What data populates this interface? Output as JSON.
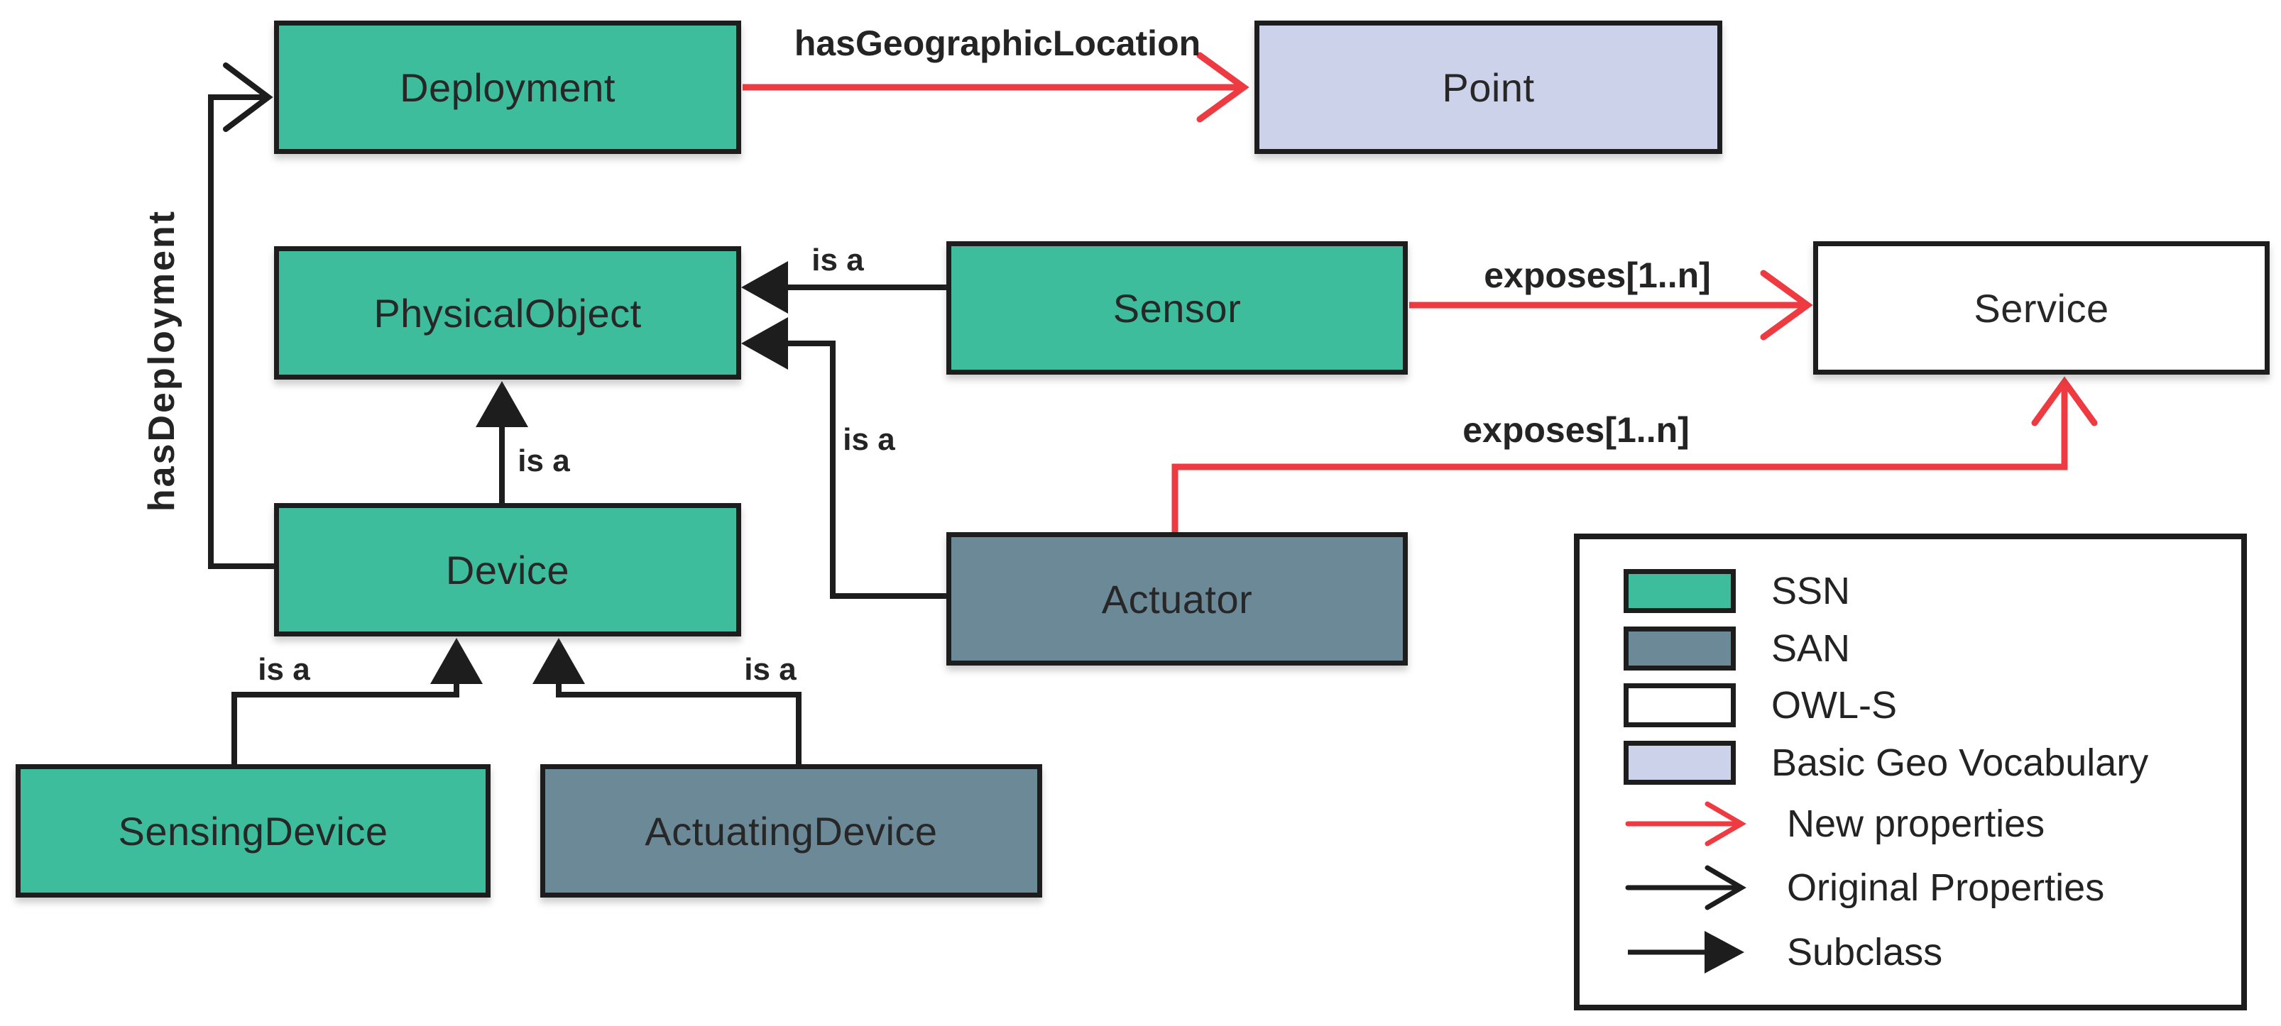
{
  "nodes": {
    "deployment": {
      "label": "Deployment",
      "ontology": "SSN"
    },
    "point": {
      "label": "Point",
      "ontology": "Basic Geo Vocabulary"
    },
    "physical_object": {
      "label": "PhysicalObject",
      "ontology": "SSN"
    },
    "sensor": {
      "label": "Sensor",
      "ontology": "SSN"
    },
    "service": {
      "label": "Service",
      "ontology": "OWL-S"
    },
    "device": {
      "label": "Device",
      "ontology": "SSN"
    },
    "actuator": {
      "label": "Actuator",
      "ontology": "SAN"
    },
    "sensing_device": {
      "label": "SensingDevice",
      "ontology": "SSN"
    },
    "actuating_device": {
      "label": "ActuatingDevice",
      "ontology": "SAN"
    }
  },
  "edges": {
    "has_geographic_location": {
      "label": "hasGeographicLocation",
      "from": "Deployment",
      "to": "Point",
      "type": "new-property"
    },
    "has_deployment": {
      "label": "hasDeployment",
      "from": "Device",
      "to": "Deployment",
      "type": "original-property"
    },
    "sensor_exposes": {
      "label": "exposes[1..n]",
      "from": "Sensor",
      "to": "Service",
      "type": "new-property"
    },
    "actuator_exposes": {
      "label": "exposes[1..n]",
      "from": "Actuator",
      "to": "Service",
      "type": "new-property"
    },
    "sensor_isa": {
      "label": "is a",
      "from": "Sensor",
      "to": "PhysicalObject",
      "type": "subclass"
    },
    "actuator_isa": {
      "label": "is a",
      "from": "Actuator",
      "to": "PhysicalObject",
      "type": "subclass"
    },
    "device_isa": {
      "label": "is a",
      "from": "Device",
      "to": "PhysicalObject",
      "type": "subclass"
    },
    "sensing_device_isa": {
      "label": "is a",
      "from": "SensingDevice",
      "to": "Device",
      "type": "subclass"
    },
    "actuating_device_isa": {
      "label": "is a",
      "from": "ActuatingDevice",
      "to": "Device",
      "type": "subclass"
    }
  },
  "legend": {
    "items": [
      {
        "label": "SSN",
        "symbol": "ssn-swatch"
      },
      {
        "label": "SAN",
        "symbol": "san-swatch"
      },
      {
        "label": "OWL-S",
        "symbol": "owls-swatch"
      },
      {
        "label": "Basic Geo Vocabulary",
        "symbol": "basic-geo-swatch"
      },
      {
        "label": "New properties",
        "symbol": "red-open-arrow"
      },
      {
        "label": "Original Properties",
        "symbol": "black-open-arrow"
      },
      {
        "label": "Subclass",
        "symbol": "black-filled-arrow"
      }
    ]
  },
  "colors": {
    "ssn": "#3dbd9c",
    "san": "#6b8997",
    "owls": "#ffffff",
    "basic_geo": "#cbd2e9",
    "new_property_red": "#ee3a41",
    "line_black": "#1d1d1d"
  }
}
